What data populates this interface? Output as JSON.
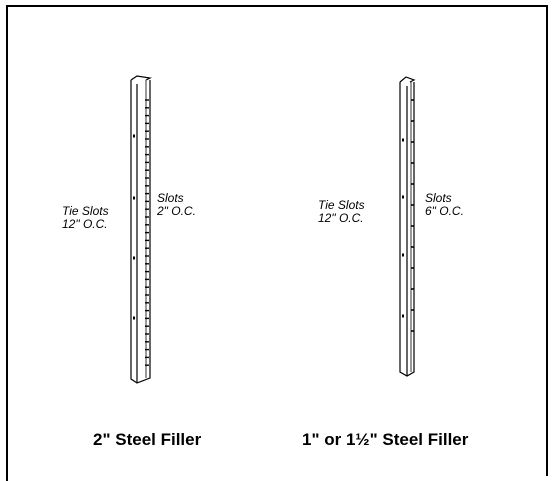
{
  "left_filler": {
    "tie_slots_line1": "Tie Slots",
    "tie_slots_line2": "12\" O.C.",
    "slots_line1": "Slots",
    "slots_line2": "2\" O.C.",
    "caption": "2\" Steel Filler"
  },
  "right_filler": {
    "tie_slots_line1": "Tie Slots",
    "tie_slots_line2": "12\" O.C.",
    "slots_line1": "Slots",
    "slots_line2": "6\" O.C.",
    "caption": "1\" or 1½\" Steel Filler"
  }
}
